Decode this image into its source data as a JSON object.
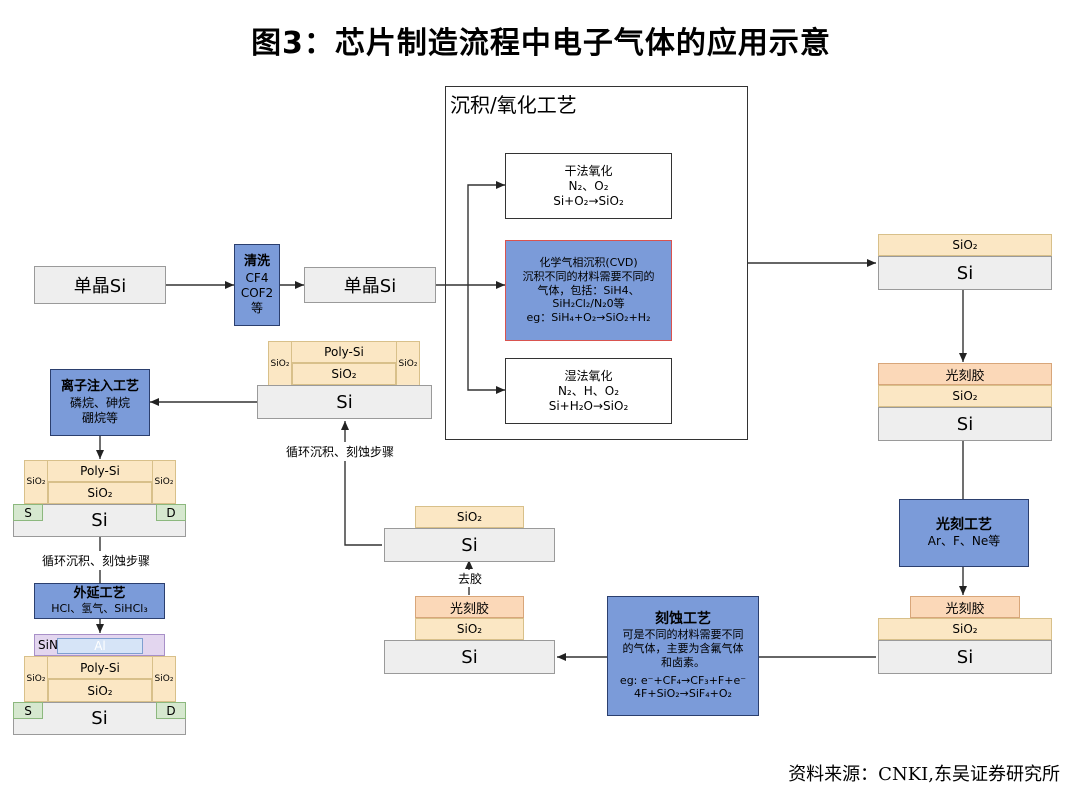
{
  "title": "图3：芯片制造流程中电子气体的应用示意",
  "source": "资料来源：CNKI,东吴证券研究所",
  "deposit_group": {
    "title": "沉积/氧化工艺"
  },
  "dry_oxidation": {
    "name": "干法氧化",
    "gases": "N₂、O₂",
    "reaction": "Si+O₂→SiO₂"
  },
  "cvd": {
    "name": "化学气相沉积(CVD)",
    "line1": "沉积不同的材料需要不同的",
    "line2": "气体，包括：SiH4、",
    "line3": "SiH₂Cl₂/N₂0等",
    "line4": "eg：SiH₄+O₂→SiO₂+H₂"
  },
  "wet_oxidation": {
    "name": "湿法氧化",
    "gases": "N₂、H、O₂",
    "reaction": "Si+H₂O→SiO₂"
  },
  "wafer_1": {
    "label": "单晶Si"
  },
  "wafer_2": {
    "label": "单晶Si"
  },
  "cleaning": {
    "name": "清洗",
    "gas1": "CF4",
    "gas2": "COF2",
    "suffix": "等"
  },
  "litho": {
    "name": "光刻工艺",
    "gases": "Ar、F、Ne等"
  },
  "etch": {
    "name": "刻蚀工艺",
    "line1": "可是不同的材料需要不同",
    "line2": "的气体，主要为含氟气体",
    "line3": "和卤素。",
    "line4": "eg: e⁻+CF₄→CF₃+F+e⁻",
    "line5": "4F+SiO₂→SiF₄+O₂"
  },
  "ion_implant": {
    "name": "离子注入工艺",
    "line1": "磷烷、砷烷",
    "line2": "硼烷等"
  },
  "epitaxy": {
    "name": "外延工艺",
    "gases": "HCl、氢气、SiHCl₃"
  },
  "labels": {
    "si": "Si",
    "sio2": "SiO₂",
    "photoresist": "光刻胶",
    "polysi": "Poly-Si",
    "s": "S",
    "d": "D",
    "sin": "SiN",
    "al": "Al"
  },
  "loop_note_1": "循环沉积、刻蚀步骤",
  "loop_note_2": "循环沉积、刻蚀步骤",
  "strip_note": "去胶"
}
